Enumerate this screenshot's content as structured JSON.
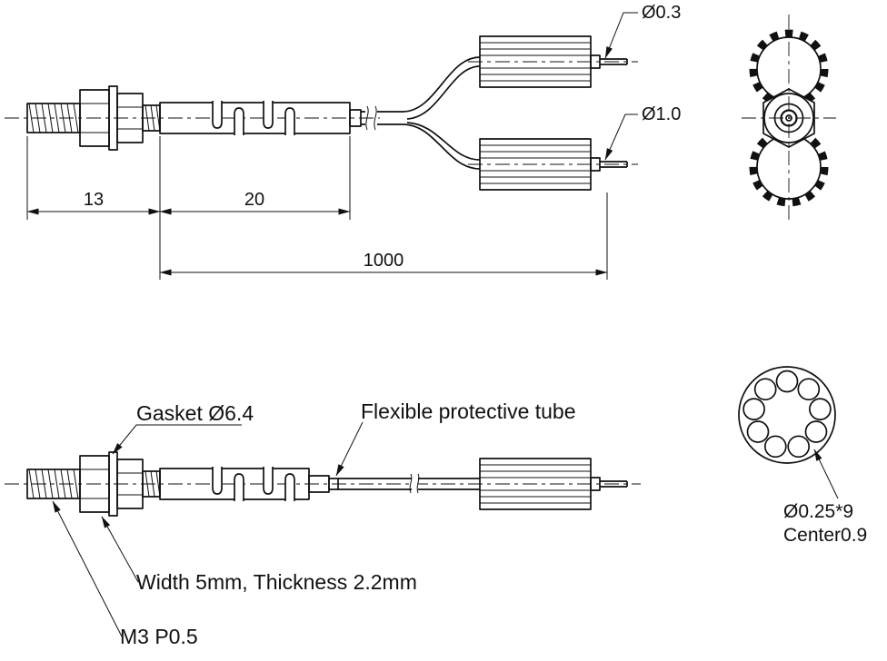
{
  "colors": {
    "line": "#111111",
    "background": "#ffffff"
  },
  "top_view": {
    "tip_small_label": "Ø0.3",
    "tip_large_label": "Ø1.0",
    "dim_thread": "13",
    "dim_body": "20",
    "dim_cable": "1000"
  },
  "bottom_view": {
    "gasket_label": "Gasket Ø6.4",
    "tube_label": "Flexible protective tube",
    "nut_label": "Width 5mm, Thickness 2.2mm",
    "thread_label": "M3 P0.5"
  },
  "fiber_view": {
    "spec_diameter": "Ø0.25*9",
    "spec_center": "Center0.9"
  }
}
